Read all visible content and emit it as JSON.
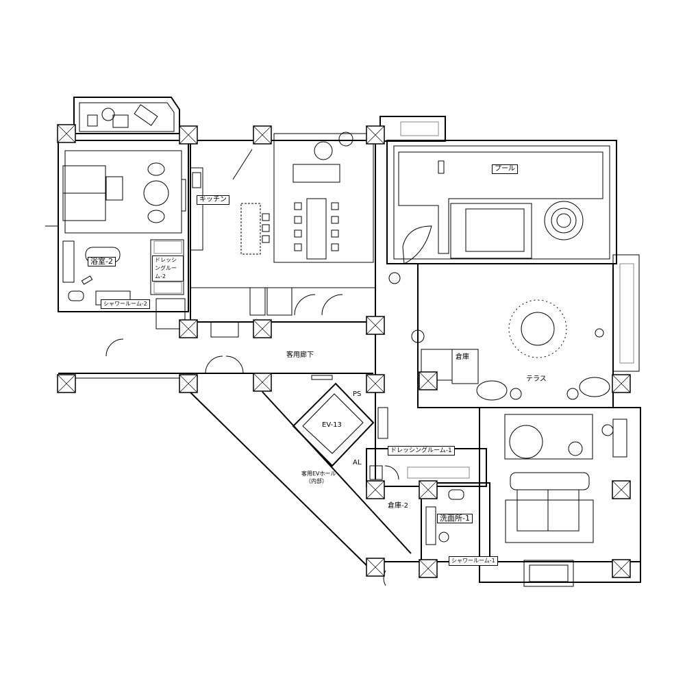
{
  "rooms": {
    "kitchen": "キッチン",
    "pool": "プール",
    "bath2": "浴室-2",
    "dressing2": "ドレッシングルーム-2",
    "shower2": "シャワールーム-2",
    "guest_corridor": "客用廊下",
    "storage": "倉庫",
    "terrace": "テラス",
    "ps": "PS",
    "ev": "EV-13",
    "dressing1": "ドレッシングルーム-1",
    "al": "AL",
    "ev_hall": "客用EVホール",
    "ev_hall_sub": "（内部）",
    "storage2": "倉庫-2",
    "washroom1": "洗面所-1",
    "shower1": "シャワールーム-1"
  }
}
